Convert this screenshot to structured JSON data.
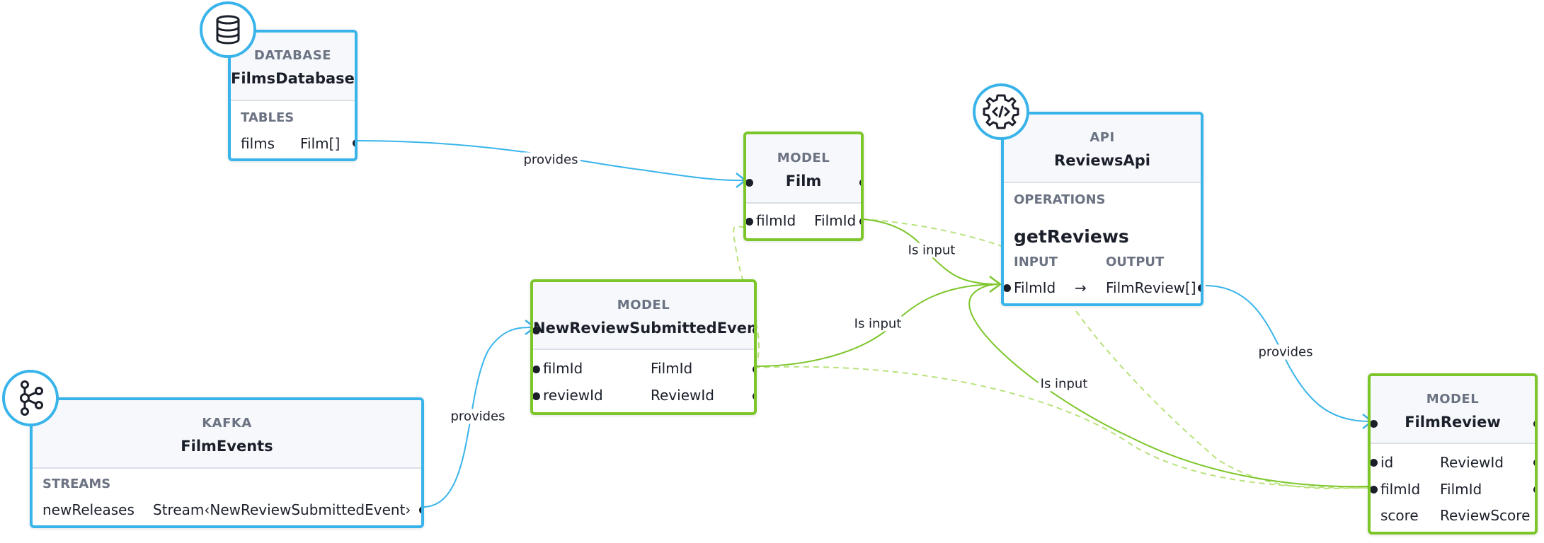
{
  "nodes": {
    "films_db": {
      "kind": "DATABASE",
      "title": "FilmsDatabase",
      "section": "TABLES",
      "row_name": "films",
      "row_type": "Film[]",
      "icon": "database-icon"
    },
    "film": {
      "kind": "MODEL",
      "title": "Film",
      "row_name": "filmId",
      "row_type": "FilmId"
    },
    "new_review_event": {
      "kind": "MODEL",
      "title": "NewReviewSubmittedEvent",
      "rows": [
        {
          "name": "filmId",
          "type": "FilmId"
        },
        {
          "name": "reviewId",
          "type": "ReviewId"
        }
      ]
    },
    "film_events": {
      "kind": "KAFKA",
      "title": "FilmEvents",
      "section": "STREAMS",
      "row_name": "newReleases",
      "row_type": "Stream‹NewReviewSubmittedEvent›",
      "icon": "kafka-icon"
    },
    "reviews_api": {
      "kind": "API",
      "title": "ReviewsApi",
      "section": "OPERATIONS",
      "operation": "getReviews",
      "input_label": "INPUT",
      "output_label": "OUTPUT",
      "input_type": "FilmId",
      "arrow": "→",
      "output_type": "FilmReview[]",
      "icon": "api-gear-icon"
    },
    "film_review": {
      "kind": "MODEL",
      "title": "FilmReview",
      "rows": [
        {
          "name": "id",
          "type": "ReviewId"
        },
        {
          "name": "filmId",
          "type": "FilmId"
        },
        {
          "name": "score",
          "type": "ReviewScore"
        }
      ]
    }
  },
  "edges": {
    "db_to_film": "provides",
    "kafka_to_event": "provides",
    "api_to_review": "provides",
    "film_input": "Is input",
    "event_input": "Is input",
    "review_input": "Is input"
  },
  "colors": {
    "service_border": "#39b4ea",
    "model_border": "#7cc62a",
    "port": "#1b1f2a"
  }
}
